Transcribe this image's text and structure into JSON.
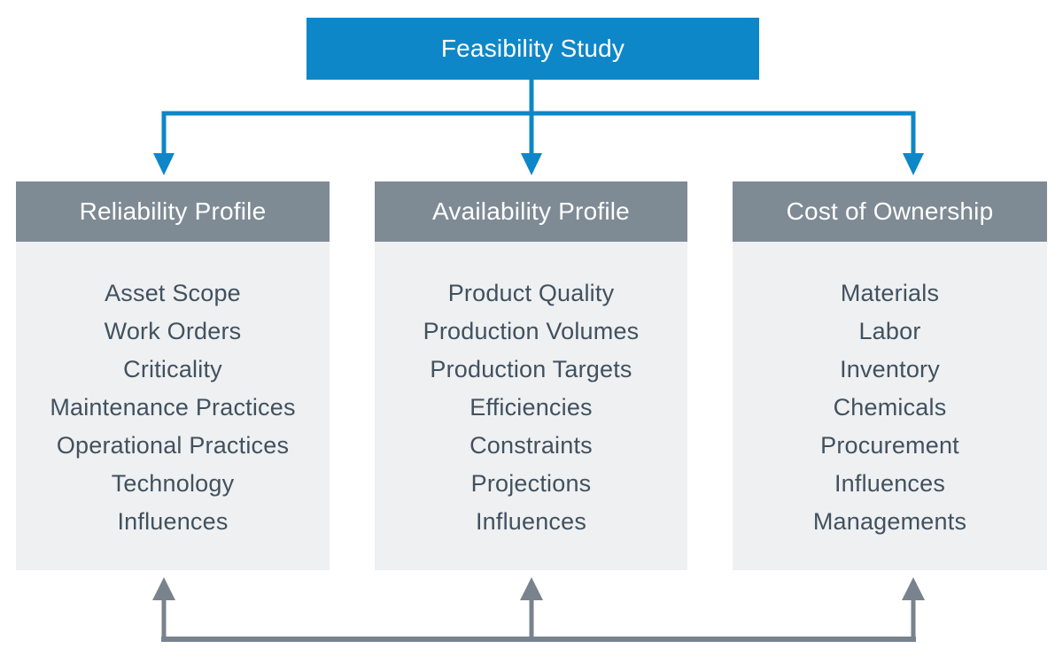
{
  "root_box": {
    "label": "Feasibility Study"
  },
  "columns": [
    {
      "title": "Reliability Profile",
      "items": [
        "Asset Scope",
        "Work Orders",
        "Criticality",
        "Maintenance Practices",
        "Operational Practices",
        "Technology",
        "Influences"
      ]
    },
    {
      "title": "Availability Profile",
      "items": [
        "Product Quality",
        "Production Volumes",
        "Production Targets",
        "Efficiencies",
        "Constraints",
        "Projections",
        "Influences"
      ]
    },
    {
      "title": "Cost of Ownership",
      "items": [
        "Materials",
        "Labor",
        "Inventory",
        "Chemicals",
        "Procurement",
        "Influences",
        "Managements"
      ]
    }
  ],
  "colors": {
    "root_fill": "#0E87C8",
    "root_text": "#ffffff",
    "header_fill": "#7E8A94",
    "header_text": "#ffffff",
    "body_fill": "#EEF0F2",
    "item_text": "#42515E",
    "top_connector": "#0E87C8",
    "bottom_connector": "#78838E"
  }
}
